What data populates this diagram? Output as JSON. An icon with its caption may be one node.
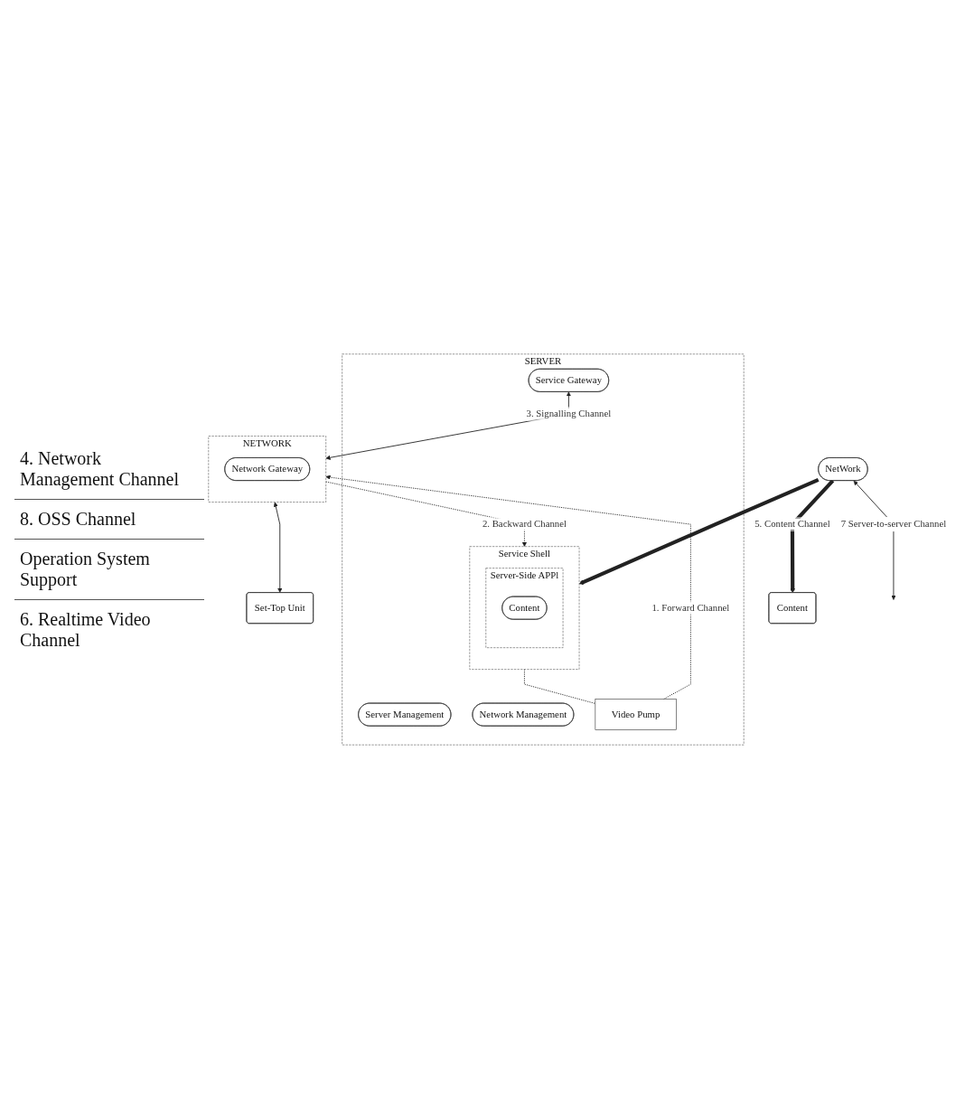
{
  "diagram": {
    "nodes": [
      {
        "text": [
          "Content"
        ]
      },
      {
        "text": [
          "NetWork"
        ]
      },
      {
        "text": [
          "SERVER"
        ]
      },
      {
        "text": [
          "Server Management"
        ],
        "in": 2
      },
      {
        "text": [
          "Network Management"
        ],
        "in": 2
      },
      {
        "text": [
          "Service Gateway"
        ],
        "in": 2
      },
      {
        "text": [
          "Service Shell"
        ],
        "in": 2
      },
      {
        "text": [
          "Server-Side APPl"
        ],
        "in": 6
      },
      {
        "text": [
          "Content"
        ],
        "in": 7
      },
      {
        "text": [
          "Video Pump"
        ],
        "in": 2
      },
      {
        "text": [
          "NETWORK"
        ]
      },
      {
        "text": [
          "Network Gateway"
        ],
        "in": 10
      },
      {
        "text": [
          "Set-Top Unit"
        ]
      }
    ],
    "edges": [
      {
        "from": 1,
        "to": 0,
        "arrow": "to",
        "style": "thick",
        "label": "5. Content Channel"
      },
      {
        "from": 1,
        "to": null,
        "arrow": "both",
        "label": "7 Server-to-server Channel"
      },
      {
        "from": 1,
        "to": 6,
        "arrow": "to",
        "style": "thick"
      },
      {
        "from": 5,
        "to": 10,
        "arrow": "both",
        "label": "3. Signalling Channel"
      },
      {
        "from": 10,
        "to": 6,
        "arrow": "to",
        "style": "dashed",
        "label": "2. Backward Channel"
      },
      {
        "from": 6,
        "to": 9,
        "arrow": "none",
        "style": "dashed"
      },
      {
        "from": 9,
        "to": 10,
        "arrow": "to",
        "style": "dashed",
        "label": "1. Forward Channel"
      },
      {
        "from": 10,
        "to": 12,
        "arrow": "both"
      }
    ],
    "labels": [
      "4. Network Management Channel",
      "8. OSS Channel",
      "Operation System Support",
      "6. Realtime Video Channel"
    ]
  }
}
